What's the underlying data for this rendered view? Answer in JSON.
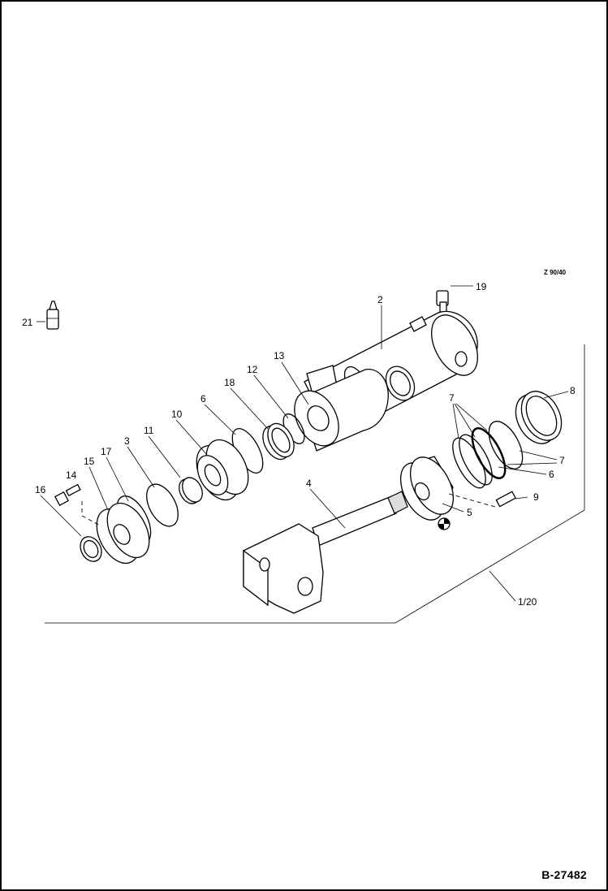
{
  "drawing": {
    "view_code": "Z 90/40",
    "doc_number": "B-27482"
  },
  "callouts": [
    {
      "id": "c21",
      "text": "21"
    },
    {
      "id": "c19",
      "text": "19"
    },
    {
      "id": "c2",
      "text": "2"
    },
    {
      "id": "c13",
      "text": "13"
    },
    {
      "id": "c12",
      "text": "12"
    },
    {
      "id": "c18",
      "text": "18"
    },
    {
      "id": "c6a",
      "text": "6"
    },
    {
      "id": "c10",
      "text": "10"
    },
    {
      "id": "c11",
      "text": "11"
    },
    {
      "id": "c3",
      "text": "3"
    },
    {
      "id": "c17",
      "text": "17"
    },
    {
      "id": "c15",
      "text": "15"
    },
    {
      "id": "c14",
      "text": "14"
    },
    {
      "id": "c16",
      "text": "16"
    },
    {
      "id": "c4",
      "text": "4"
    },
    {
      "id": "c8",
      "text": "8"
    },
    {
      "id": "c7a",
      "text": "7"
    },
    {
      "id": "c7b",
      "text": "7"
    },
    {
      "id": "c6b",
      "text": "6"
    },
    {
      "id": "c9",
      "text": "9"
    },
    {
      "id": "c5",
      "text": "5"
    },
    {
      "id": "c120",
      "text": "1/20"
    }
  ]
}
